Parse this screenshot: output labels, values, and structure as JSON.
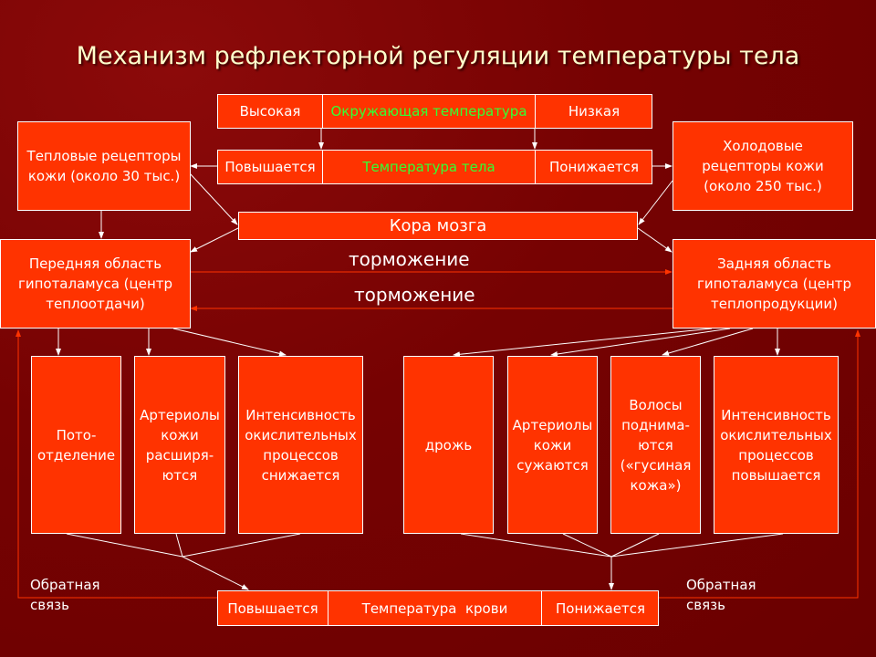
{
  "title": "Механизм рефлекторной регуляции температуры тела",
  "ambient": {
    "high": "Высокая",
    "label": "Окружающая температура",
    "low": "Низкая"
  },
  "body_temp": {
    "up": "Повышается",
    "label": "Температура тела",
    "down": "Понижается"
  },
  "heat_receptors": "Тепловые рецепторы кожи (около 30 тыс.)",
  "cold_receptors": "Холодовые рецепторы кожи (около 250 тыс.)",
  "cortex": "Кора мозга",
  "anterior": "Передняя область гипоталамуса (центр теплоотдачи)",
  "posterior": "Задняя область гипоталамуса (центр теплопродукции)",
  "inhibition_1": "торможение",
  "inhibition_2": "торможение",
  "effects_left": [
    "Пото-отделение",
    "Артериолы кожи расширя-ются",
    "Интенсивность окислительных процессов снижается"
  ],
  "effects_right": [
    "дрожь",
    "Артериолы кожи сужаются",
    "Волосы поднима-ются («гусиная кожа»)",
    "Интенсивность окислительных процессов повышается"
  ],
  "blood_temp": {
    "up": "Повышается",
    "label": "Температура  крови",
    "down": "Понижается"
  },
  "feedback_left": "Обратная связь",
  "feedback_right": "Обратная связь"
}
